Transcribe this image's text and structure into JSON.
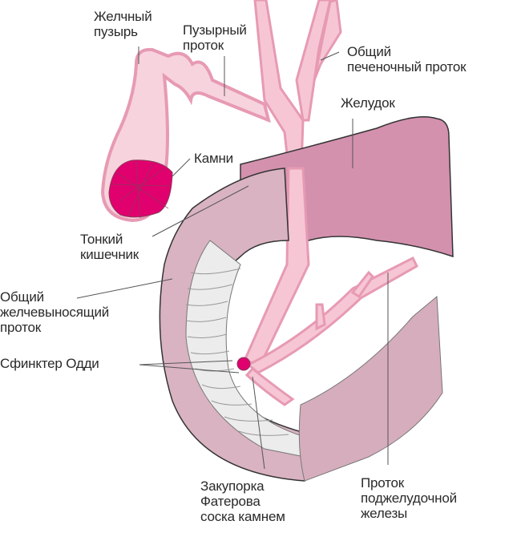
{
  "diagram": {
    "type": "anatomical-illustration",
    "subject": "biliary tract obstruction",
    "colors": {
      "bile_duct": "#f6c6d4",
      "duct_outline": "#e79ab3",
      "stomach": "#d391ae",
      "intestine": "#d9b3c1",
      "intestine_inner": "#ececec",
      "stones": "#e0006e",
      "pancreas": "#d6adbd",
      "gallbladder": "#f7d3dd"
    },
    "labels": {
      "gallbladder": "Желчный\nпузырь",
      "cystic_duct": "Пузырный\nпроток",
      "common_hepatic_duct": "Общий\nпеченочный проток",
      "stomach": "Желудок",
      "stones": "Камни",
      "small_intestine": "Тонкий\nкишечник",
      "common_bile_duct": "Общий\nжелчевыносящий\nпроток",
      "sphincter_of_oddi": "Сфинктер Одди",
      "papilla_blockage": "Закупорка\nФатерова\nсоска камнем",
      "pancreatic_duct": "Проток\nподжелудочной\nжелезы"
    }
  }
}
